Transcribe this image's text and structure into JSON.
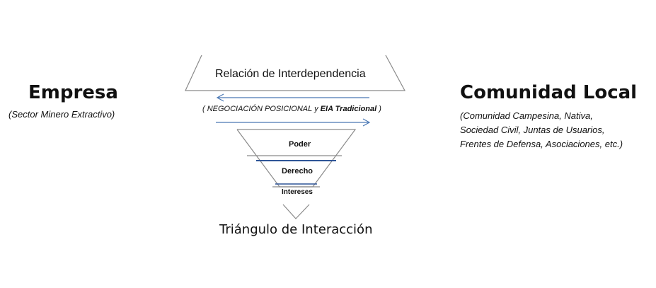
{
  "left": {
    "title": "Empresa",
    "subtitle": "(Sector Minero Extractivo)"
  },
  "right": {
    "title": "Comunidad Local",
    "lines": [
      "(Comunidad Campesina, Nativa,",
      "Sociedad Civil, Juntas de Usuarios,",
      "Frentes de Defensa, Asociaciones, etc.)"
    ]
  },
  "center": {
    "relation_title": "Relación de Interdependencia",
    "negotiation_prefix": "( NEGOCIACIÓN POSICIONAL y ",
    "negotiation_bold": "EIA Tradicional",
    "negotiation_suffix": " )",
    "levels": [
      "Poder",
      "Derecho",
      "Intereses"
    ],
    "triangle_title": "Triángulo de Interacción"
  },
  "colors": {
    "line_gray": "#8a8a8a",
    "arrow_blue": "#4a78b5",
    "divider_blue": "#2f5597"
  }
}
